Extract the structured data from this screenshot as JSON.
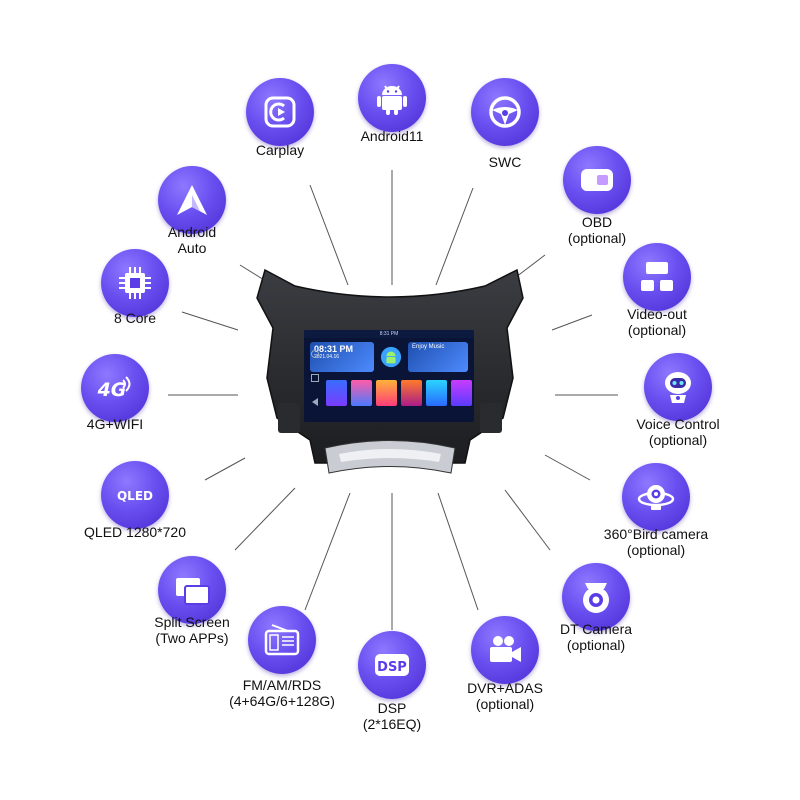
{
  "features": [
    {
      "id": "carplay",
      "icon": "carplay-icon",
      "lines": [
        "Carplay"
      ]
    },
    {
      "id": "android11",
      "icon": "android-robot-icon",
      "lines": [
        "Android11"
      ]
    },
    {
      "id": "swc",
      "icon": "steering-wheel-icon",
      "lines": [
        "SWC"
      ]
    },
    {
      "id": "obd",
      "icon": "obd-icon",
      "lines": [
        "OBD",
        "(optional)"
      ]
    },
    {
      "id": "videoout",
      "icon": "video-out-icon",
      "lines": [
        "Video-out",
        "(optional)"
      ]
    },
    {
      "id": "voice",
      "icon": "voice-robot-icon",
      "lines": [
        "Voice Control",
        "(optional)"
      ]
    },
    {
      "id": "bird",
      "icon": "360-camera-icon",
      "lines": [
        "360°Bird camera",
        "(optional)"
      ]
    },
    {
      "id": "dtcam",
      "icon": "dt-camera-icon",
      "lines": [
        "DT Camera",
        "(optional)"
      ]
    },
    {
      "id": "dvr",
      "icon": "dvr-camera-icon",
      "lines": [
        "DVR+ADAS",
        "(optional)"
      ]
    },
    {
      "id": "dsp",
      "icon": "dsp-icon",
      "lines": [
        "DSP",
        "(2*16EQ)"
      ]
    },
    {
      "id": "fm",
      "icon": "radio-icon",
      "lines": [
        "FM/AM/RDS",
        "(4+64G/6+128G)"
      ]
    },
    {
      "id": "split",
      "icon": "split-screen-icon",
      "lines": [
        "Split Screen",
        "(Two APPs)"
      ]
    },
    {
      "id": "qled",
      "icon": "qled-icon",
      "lines": [
        "QLED 1280*720"
      ]
    },
    {
      "id": "4g",
      "icon": "4g-icon",
      "lines": [
        "4G+WIFI"
      ]
    },
    {
      "id": "core",
      "icon": "chip-icon",
      "lines": [
        "8 Core"
      ]
    },
    {
      "id": "aauto",
      "icon": "android-auto-icon",
      "lines": [
        "Android",
        "Auto"
      ]
    }
  ],
  "screen": {
    "status_time": "8:31 PM",
    "clock": "08:31 PM",
    "date": "2021.04.16",
    "music_title": "Enjoy Music"
  },
  "colors": {
    "accent": "#5b3de8",
    "label": "#111111",
    "connector": "#555555"
  }
}
